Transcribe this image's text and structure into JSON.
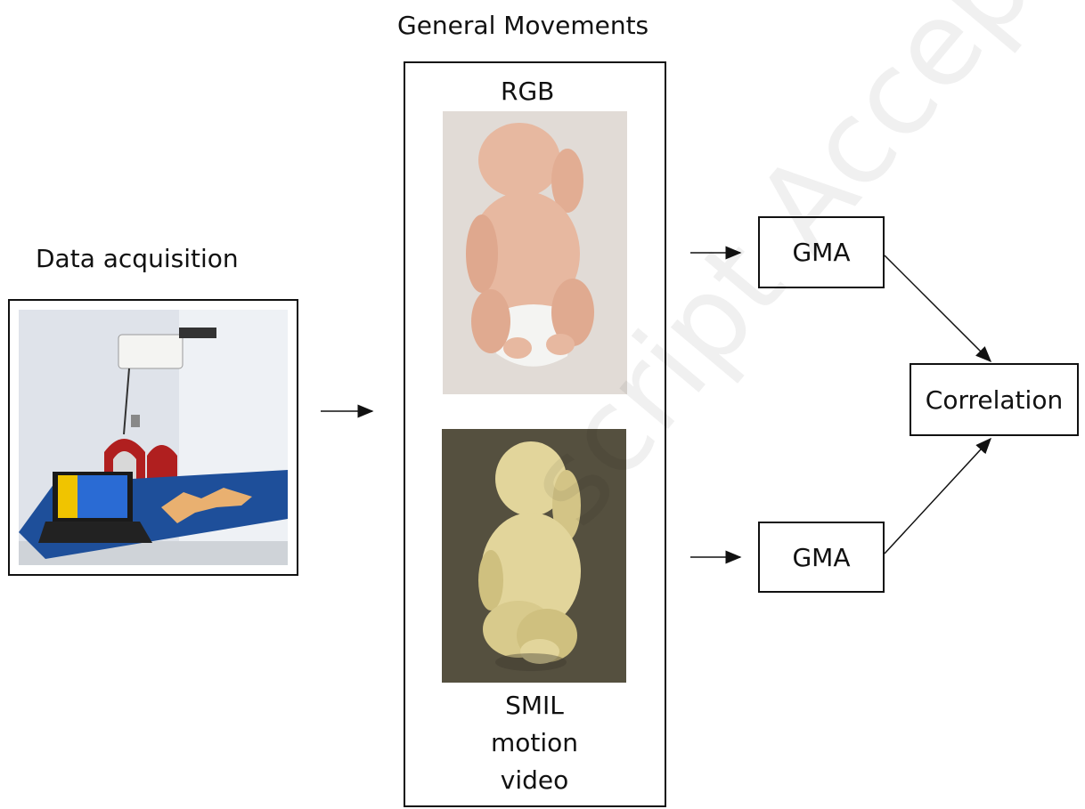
{
  "title": "General Movements",
  "data_acquisition_label": "Data acquisition",
  "rgb_label": "RGB",
  "smil_label_lines": [
    "SMIL",
    "motion",
    "video"
  ],
  "gma_top_label": "GMA",
  "gma_bottom_label": "GMA",
  "correlation_label": "Correlation",
  "watermark_text": "script Accepted",
  "colors": {
    "line": "#111111",
    "room_wall": "#dfe3ea",
    "table_blue": "#1e4f9a",
    "rgb_bg": "#d9d3cc",
    "skin": "#e7b8a0",
    "smil_bg": "#55503f",
    "smil_body": "#e2d59b"
  },
  "icons": [
    "room-photo",
    "baby-photo",
    "smil-render"
  ]
}
